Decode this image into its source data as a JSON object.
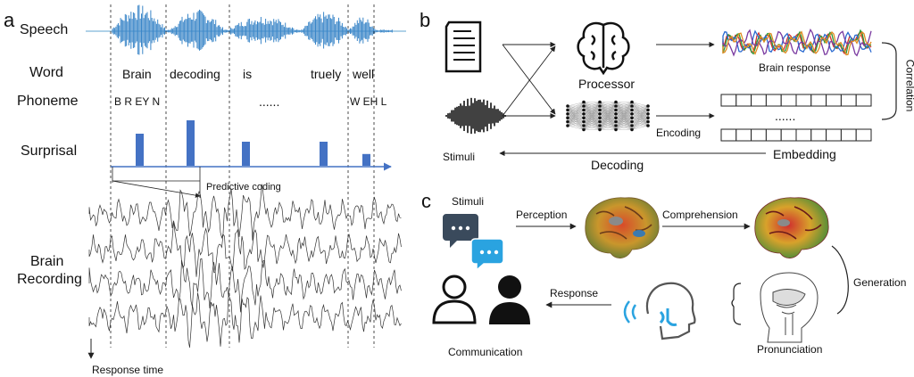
{
  "panel_a": {
    "label": "a",
    "rows": {
      "speech": "Speech",
      "word": "Word",
      "phoneme": "Phoneme",
      "surprisal": "Surprisal",
      "brain_recording": [
        "Brain",
        "Recording"
      ]
    },
    "words": [
      "Brain",
      "decoding",
      "is",
      "truely",
      "well"
    ],
    "phonemes_left": "B R EY N",
    "phoneme_ellipsis": "......",
    "phonemes_right": "W EH L",
    "predictive_coding": "Predictive coding",
    "response_time": "Response time",
    "surprisal_values": [
      0.6,
      0.85,
      0.45,
      0.45,
      0.22
    ],
    "bar_color": "#4472c4",
    "wave_color": "#3a86c8"
  },
  "panel_b": {
    "label": "b",
    "processor": "Processor",
    "brain_response": "Brain response",
    "correlation": "Correlation",
    "encoding": "Encoding",
    "embedding_ellipsis": "......",
    "stimuli": "Stimuli",
    "decoding": "Decoding",
    "embedding": "Embedding"
  },
  "panel_c": {
    "label": "c",
    "stimuli": "Stimuli",
    "perception": "Perception",
    "comprehension": "Comprehension",
    "generation": "Generation",
    "response": "Response",
    "communication": "Communication",
    "pronunciation": "Pronunciation",
    "chat_color": "#3a4a5c",
    "accent_blue": "#2aa3e0"
  }
}
